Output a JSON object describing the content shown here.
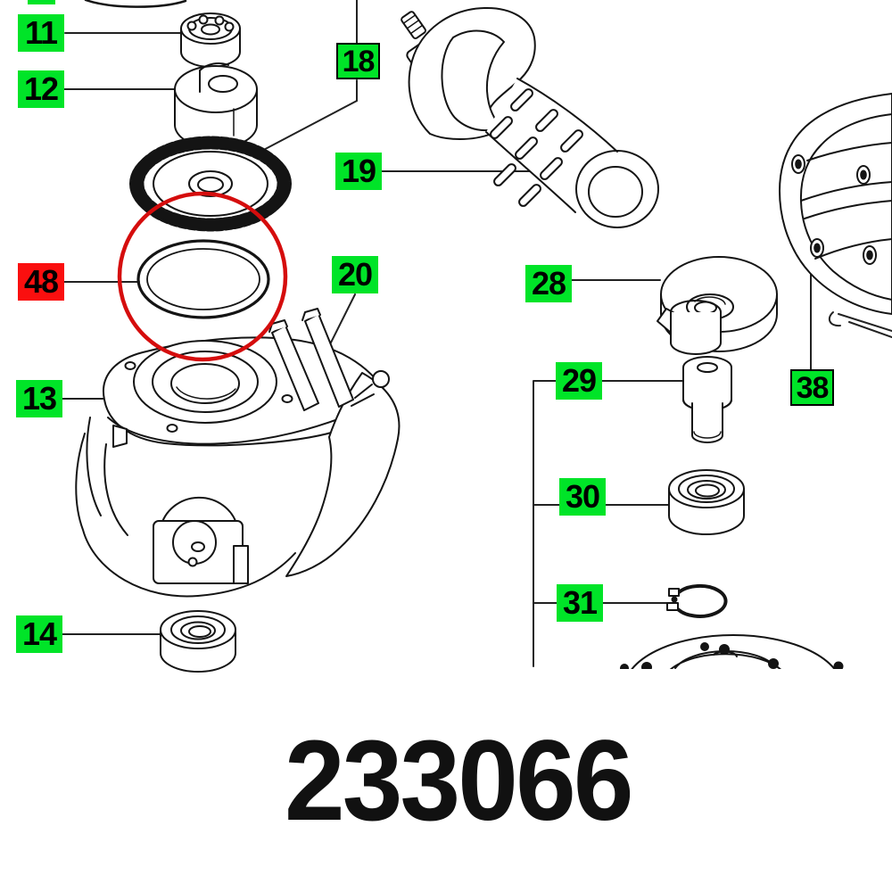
{
  "part_number": "233066",
  "highlighted_callout": "48",
  "colors": {
    "callout_green": "#00e428",
    "callout_red": "#fa0f0f",
    "highlight_circle": "#d50d0d",
    "drawing_line": "#141414"
  },
  "callouts": [
    {
      "label": "11",
      "part": "ball-bearing"
    },
    {
      "label": "12",
      "part": "eccentric-collar"
    },
    {
      "label": "18",
      "part": "gear-set"
    },
    {
      "label": "19",
      "part": "auxiliary-handle"
    },
    {
      "label": "48",
      "part": "o-ring"
    },
    {
      "label": "20",
      "part": "clamping-lever"
    },
    {
      "label": "13",
      "part": "gear-housing"
    },
    {
      "label": "14",
      "part": "ball-bearing"
    },
    {
      "label": "28",
      "part": "bearing-flange"
    },
    {
      "label": "29",
      "part": "spindle-pin"
    },
    {
      "label": "30",
      "part": "ball-bearing"
    },
    {
      "label": "31",
      "part": "lock-washer"
    },
    {
      "label": "38",
      "part": "motor-housing"
    }
  ]
}
